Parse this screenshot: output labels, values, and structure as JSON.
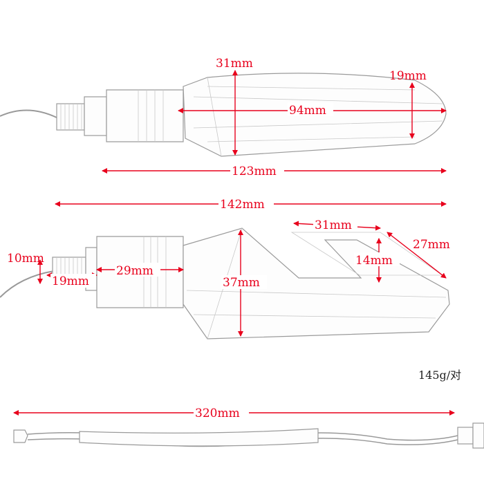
{
  "colors": {
    "dimension": "#e8001c",
    "outline": "#9a9a9a",
    "text": "#222222"
  },
  "top_light": {
    "lens_height": "31mm",
    "tip_height": "19mm",
    "lens_length": "94mm",
    "total_length": "123mm"
  },
  "bottom_light": {
    "total_length": "142mm",
    "notch_width": "31mm",
    "notch_diagonal": "27mm",
    "notch_depth": "14mm",
    "bolt_diameter": "10mm",
    "bolt_length": "19mm",
    "stem_length": "29mm",
    "lens_height": "37mm"
  },
  "weight": "145g/对",
  "cable": {
    "length": "320mm"
  }
}
